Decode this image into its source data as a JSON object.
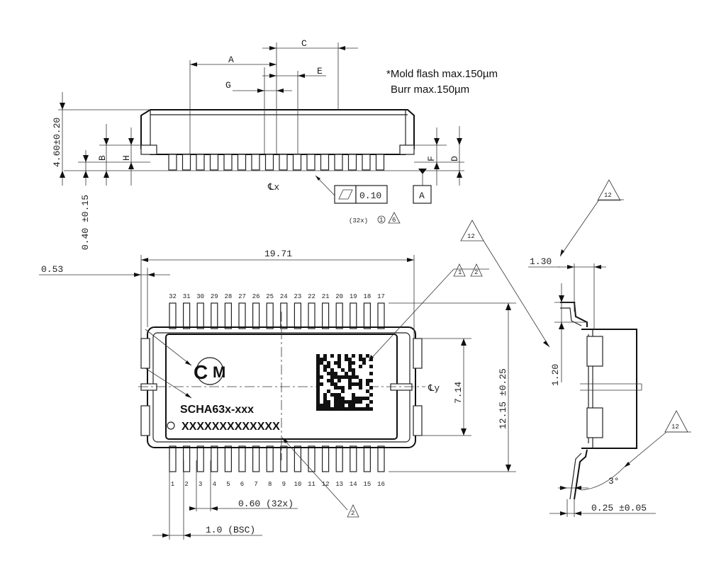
{
  "notes": {
    "line1": "*Mold flash max.150µm",
    "line2": "Burr max.150µm"
  },
  "side_view": {
    "dim_a": "A",
    "dim_c": "C",
    "dim_e": "E",
    "dim_g": "G",
    "dim_b": "B",
    "dim_h": "H",
    "dim_f": "F",
    "dim_d": "D",
    "height": "4.60±0.20",
    "standoff": "0.40 ±0.15",
    "centerline_x": "℄x",
    "flatness_value": "0.10",
    "datum": "A",
    "flatness_note": "(32x)",
    "note_ref_1": "1",
    "note_ref_6": "6"
  },
  "top_view": {
    "width": "19.71",
    "offset": "0.53",
    "height_overall": "12.15 ±0.25",
    "body_span": "7.14",
    "centerline_y": "℄y",
    "pitch": "0.60 (32x)",
    "pitch_bsc": "1.0 (BSC)",
    "part_number": "SCHA63x-xxx",
    "serial": "XXXXXXXXXXXXX",
    "logo_c": "C",
    "logo_m": "M",
    "note_ref_1": "1",
    "note_ref_2": "2",
    "note_ref_2b": "2",
    "pins_top": [
      "32",
      "31",
      "30",
      "29",
      "28",
      "27",
      "26",
      "25",
      "24",
      "23",
      "22",
      "21",
      "20",
      "19",
      "18",
      "17"
    ],
    "pins_bottom": [
      "1",
      "2",
      "3",
      "4",
      "5",
      "6",
      "7",
      "8",
      "9",
      "10",
      "11",
      "12",
      "13",
      "14",
      "15",
      "16"
    ]
  },
  "end_view": {
    "dim_width": "1.30",
    "dim_height": "1.20",
    "angle": "3°",
    "lead_thickness": "0.25 ±0.05",
    "note_ref_a": "12",
    "note_ref_b": "12",
    "note_ref_c": "12"
  }
}
